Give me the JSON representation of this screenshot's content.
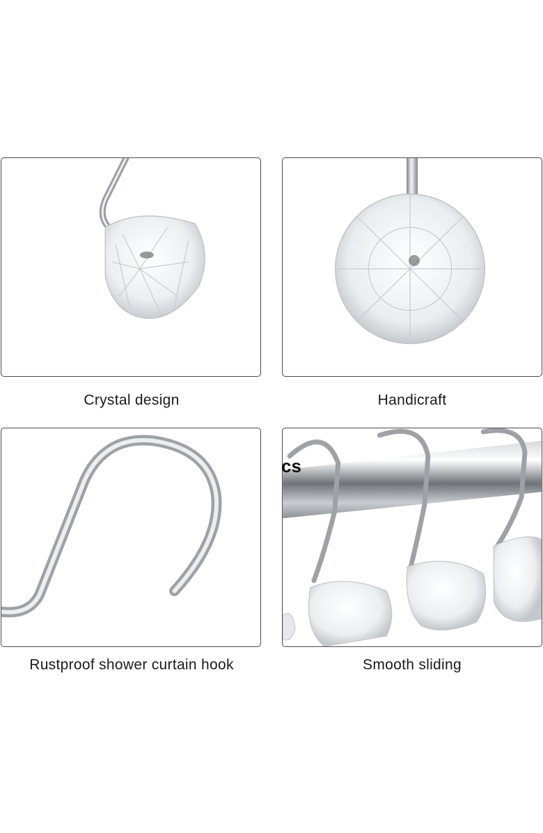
{
  "features": [
    {
      "caption": "Crystal design"
    },
    {
      "caption": "Handicraft"
    },
    {
      "caption": "Rustproof shower curtain hook"
    },
    {
      "caption": "Smooth sliding"
    }
  ],
  "overlay_text": "cs",
  "colors": {
    "border": "#4a4a4a",
    "metal": "#b9bcc0",
    "crystal": "#eef0f2",
    "text": "#1a1a1a"
  }
}
